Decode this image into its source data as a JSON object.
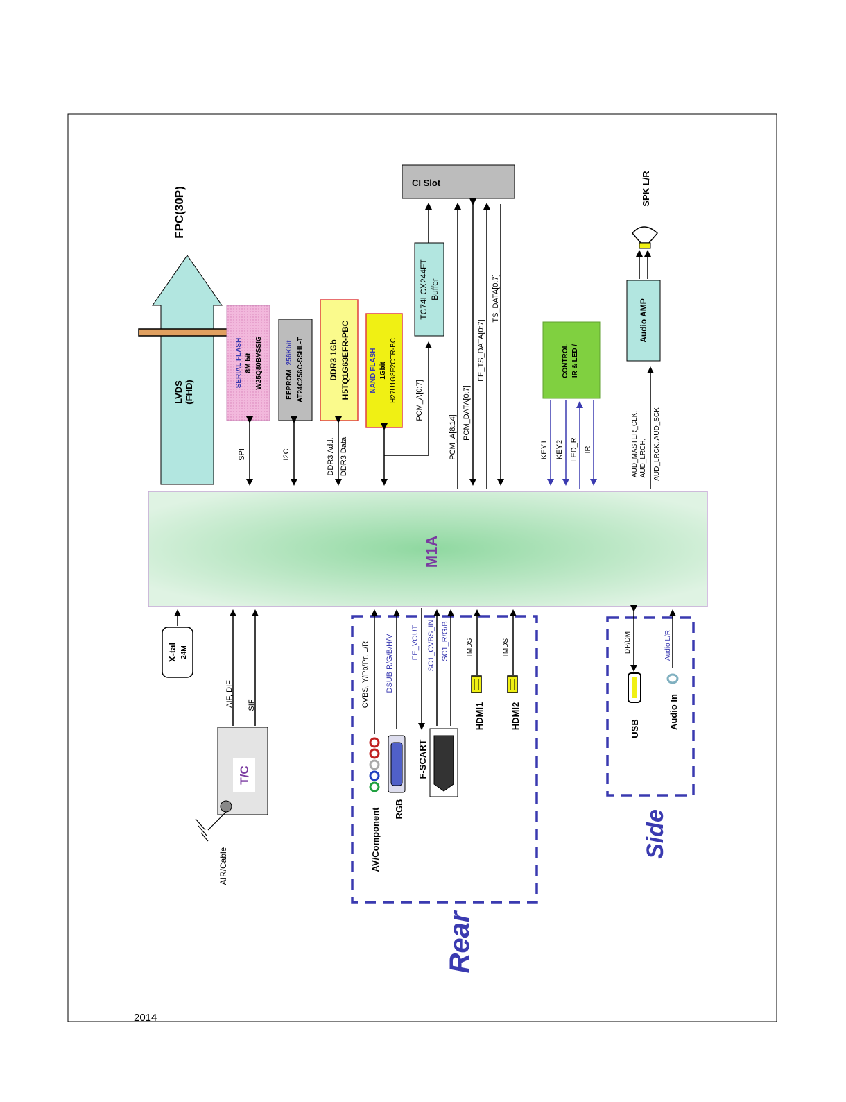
{
  "m1a": "M1A",
  "lvds": [
    "LVDS",
    "(FHD)"
  ],
  "fpc": "FPC(30P)",
  "serial_flash": {
    "line1": "SERIAL FLASH",
    "line2": "8M bit",
    "line3": "W25Q80BVSSIG"
  },
  "eeprom": {
    "name": "EEPROM",
    "size": "256Kbit",
    "part": "AT24C256C-SSHL-T"
  },
  "ddr3": {
    "line1": "DDR3 1Gb",
    "line2": "H5TQ1G63EFR-PBC"
  },
  "nand": {
    "name": "NAND FLASH",
    "size": "1Gbit",
    "part": "H27U1G8F2CTR-BC"
  },
  "buffer": {
    "part": "TC74LCX244FT",
    "label": "Buffer"
  },
  "ci_slot": "CI Slot",
  "control": {
    "line1": "CONTROL",
    "line2": "IR & LED /"
  },
  "audio_amp": "Audio  AMP",
  "spk": "SPK L/R",
  "signals_top": {
    "spi": "SPI",
    "i2c": "I2C",
    "ddr3_add": "DDR3 Add.",
    "ddr3_data": "DDR3 Data",
    "pcm_a07": "PCM_A[0:7]",
    "pcm_a814": "PCM_A[8:14]",
    "pcm_data": "PCM_DATA[0:7]",
    "fe_ts": "FE_TS_DATA[0:7]",
    "ts_data": "TS_DATA[0:7]",
    "key1": "KEY1",
    "key2": "KEY2",
    "led_r": "LED_R",
    "ir": "IR",
    "aud1": "AUD_MASTER_CLK,",
    "aud2": "AUD_LRCH,",
    "aud3": "AUD_LRCK,  AUD_SCK"
  },
  "xtal": {
    "line1": "X-tal",
    "line2": "24M"
  },
  "tc": "T/C",
  "air_dif": "AIF, DIF",
  "sif": "SIF",
  "air_cable": "AIR/Cable",
  "rear_signals": {
    "cvbs": "CVBS, Y/Pb/Pr, L/R",
    "dsub": "DSUB R/G/B/H/V",
    "fe_vout": "FE_VOUT",
    "sc1_cvbs": "SC1_CVBS_IN",
    "sc1_rgb": "SC1_R/G/B",
    "tmds1": "TMDS",
    "tmds2": "TMDS"
  },
  "rear_connectors": {
    "av": "AV/Component",
    "rgb": "RGB",
    "fscart": "F-SCART",
    "hdmi1": "HDMI1",
    "hdmi2": "HDMI2"
  },
  "rear_label": "Rear",
  "side_signals": {
    "dp": "DP/DM",
    "audio_lr": "Audio L/R"
  },
  "side_connectors": {
    "usb": "USB",
    "audio_in": "Audio In"
  },
  "side_label": "Side",
  "footer": "2014",
  "colors": {
    "m1a_fill": "#8fd8a0",
    "lvds_fill": "#b2e6e0",
    "serial_flash_fill": "#f2b8dc",
    "eeprom_fill": "#bcbcbc",
    "ddr3_fill": "#fafa8c",
    "nand_fill": "#f0f014",
    "ci_fill": "#bcbcbc",
    "control_fill": "#80d040",
    "dashed_border": "#3a3ab0",
    "blue_signal": "#3a3ab0"
  }
}
